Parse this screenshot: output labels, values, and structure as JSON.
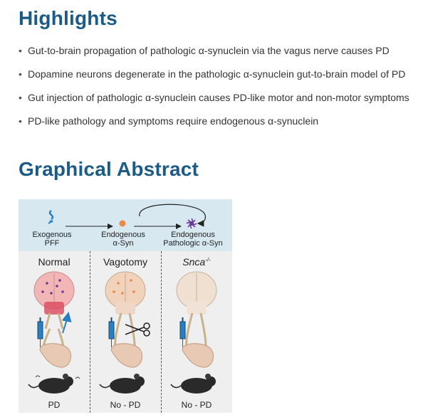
{
  "highlights": {
    "title": "Highlights",
    "bullet": "•",
    "items": [
      "Gut-to-brain propagation of pathologic α-synuclein via the vagus nerve causes PD",
      "Dopamine neurons degenerate in the pathologic α-synuclein gut-to-brain model of PD",
      "Gut injection of pathologic α-synuclein causes PD-like motor and non-motor symptoms",
      "PD-like pathology and symptoms require endogenous α-synuclein"
    ]
  },
  "graphical_abstract": {
    "title": "Graphical Abstract",
    "header": {
      "exogenous_line1": "Exogenous",
      "exogenous_line2": "PFF",
      "endogenous_line1": "Endogenous",
      "endogenous_line2": "α-Syn",
      "pathologic_line1": "Endogenous",
      "pathologic_line2": "Pathologic α-Syn"
    },
    "columns": {
      "normal": {
        "heading": "Normal",
        "outcome": "PD"
      },
      "vagotomy": {
        "heading": "Vagotomy",
        "outcome": "No - PD"
      },
      "snca": {
        "heading": "Snca",
        "superscript": "-/-",
        "outcome": "No - PD"
      }
    },
    "colors": {
      "title": "#1b5b86",
      "header_bg": "#d7e8f1",
      "body_bg": "#efefef",
      "pff_blue": "#2a7fc1",
      "endogenous_orange": "#e88a45",
      "pathologic_purple": "#6b3a9a",
      "brain_pink": "#f2b6b6",
      "brain_red": "#d9485f",
      "brain_beige": "#efe0d2",
      "nerve": "#c9b28a",
      "gut": "#e8c9b4",
      "mouse": "#2a2a2a"
    },
    "icons": [
      "pff-fibril-icon",
      "alpha-syn-dot-icon",
      "pathologic-syn-icon",
      "brain-icon",
      "syringe-icon",
      "scissors-icon",
      "gut-icon",
      "mouse-icon",
      "cycle-arrow-icon"
    ]
  }
}
